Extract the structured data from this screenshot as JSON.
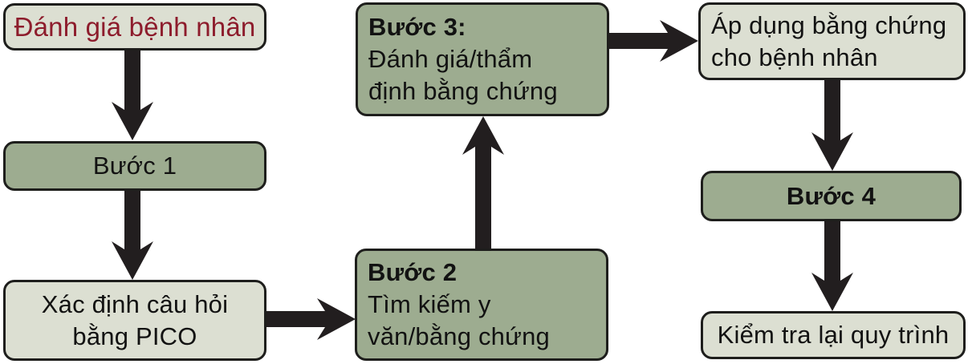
{
  "flowchart": {
    "nodes": {
      "assess_patient": {
        "text": "Đánh giá bệnh nhân"
      },
      "step1": {
        "text": "Bước 1"
      },
      "pico": {
        "line1": "Xác định câu hỏi",
        "line2": "bằng PICO"
      },
      "step3": {
        "title": "Bước 3:",
        "line1": "Đánh giá/thẩm",
        "line2": "định bằng chứng"
      },
      "step2": {
        "title": "Bước 2",
        "line1": "Tìm kiếm y",
        "line2": "văn/bằng chứng"
      },
      "apply_evidence": {
        "line1": "Áp dụng bằng chứng",
        "line2": "cho bệnh nhân"
      },
      "step4": {
        "text": "Bước 4"
      },
      "review": {
        "text": "Kiểm tra lại quy trình"
      }
    },
    "colors": {
      "light_box": "#dcdfd2",
      "dark_box": "#9dac90",
      "border": "#1e1e1c",
      "arrow": "#221e1f",
      "accent_red": "#8d1c2c",
      "text": "#121212",
      "background": "#ffffff"
    }
  }
}
